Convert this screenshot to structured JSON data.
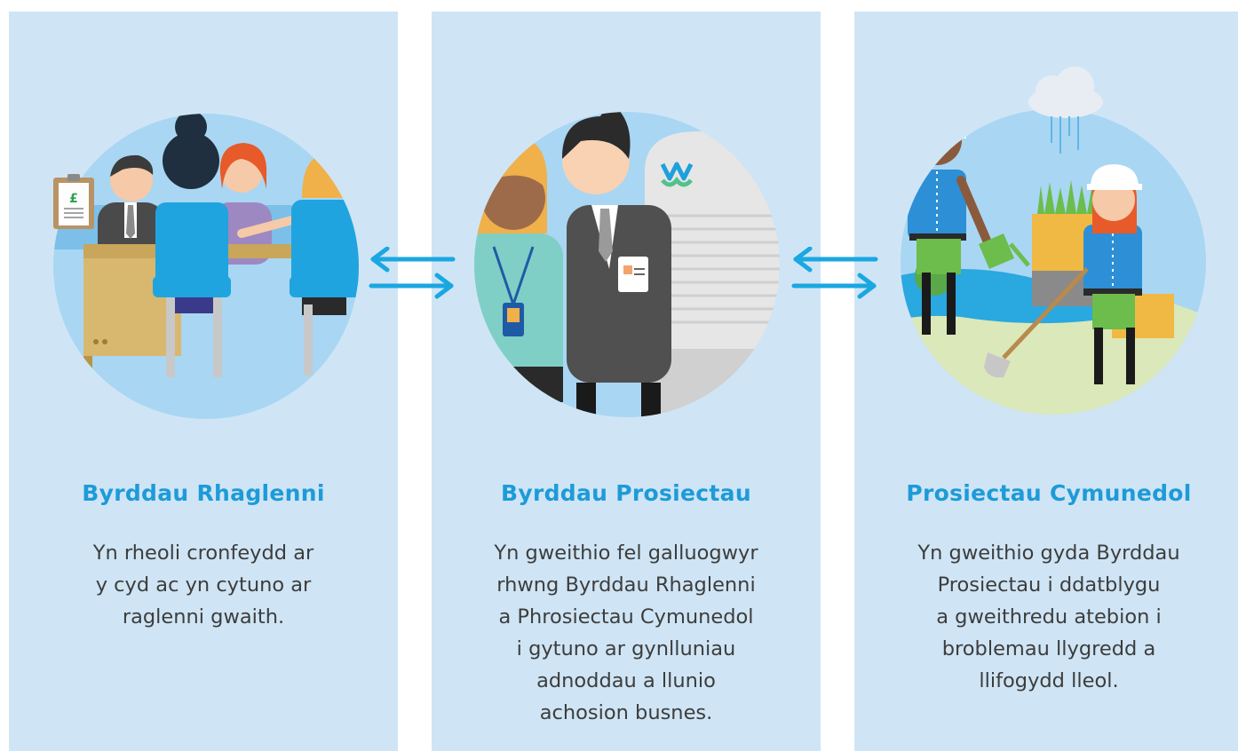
{
  "colors": {
    "panel_bg": "#cfe5f5",
    "circle_bg": "#a9d6f3",
    "title": "#1d9bd8",
    "body_text": "#3d3d3d",
    "arrow": "#1aa7e2"
  },
  "panels": [
    {
      "title": "Byrddau Rhaglenni",
      "lines": [
        "Yn rheoli cronfeydd ar",
        "y cyd ac yn cytuno ar",
        "raglenni gwaith."
      ],
      "illustration": "meeting-at-desk-illustration"
    },
    {
      "title": "Byrddau Prosiectau",
      "lines": [
        "Yn gweithio fel galluogwyr",
        "rhwng Byrddau Rhaglenni",
        "a Phrosiectau Cymunedol",
        "i gytuno ar gynlluniau",
        "adnoddau a llunio",
        "achosion busnes."
      ],
      "illustration": "two-staff-with-badges-illustration"
    },
    {
      "title": "Prosiectau Cymunedol",
      "lines": [
        "Yn gweithio gyda Byrddau",
        "Prosiectau i ddatblygu",
        "a gweithredu atebion i",
        "broblemau llygredd a",
        "llifogydd lleol."
      ],
      "illustration": "workers-planting-in-rain-illustration"
    }
  ],
  "connectors": [
    "bidirectional-arrows-icon",
    "bidirectional-arrows-icon"
  ]
}
